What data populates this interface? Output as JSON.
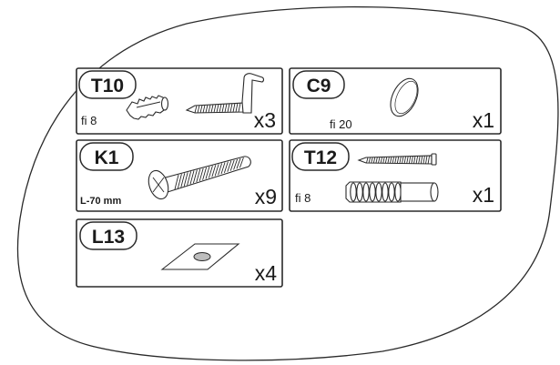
{
  "parts": [
    {
      "code": "T10",
      "spec": "fi 8",
      "qty": "x3"
    },
    {
      "code": "C9",
      "spec": "fi  20",
      "qty": "x1"
    },
    {
      "code": "K1",
      "spec": "L-70 mm",
      "qty": "x9"
    },
    {
      "code": "T12",
      "spec": "fi 8",
      "qty": "x1"
    },
    {
      "code": "L13",
      "spec": "",
      "qty": "x4"
    }
  ],
  "colors": {
    "stroke": "#2a2a2a",
    "background": "#ffffff"
  }
}
